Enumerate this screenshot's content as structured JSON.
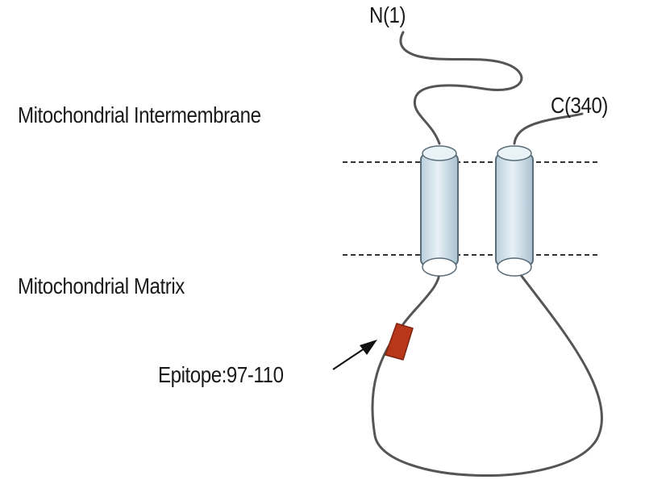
{
  "labels": {
    "intermembrane": "Mitochondrial Intermembrane",
    "matrix": "Mitochondrial Matrix",
    "n_terminus": "N(1)",
    "c_terminus": "C(340)",
    "epitope": "Epitope:97-110"
  },
  "colors": {
    "helix_fill": "#d7e6ef",
    "helix_stroke": "#5a6c78",
    "chain": "#555555",
    "epitope": "#b8361a",
    "membrane_line": "#333333",
    "text": "#1a1a1a"
  }
}
